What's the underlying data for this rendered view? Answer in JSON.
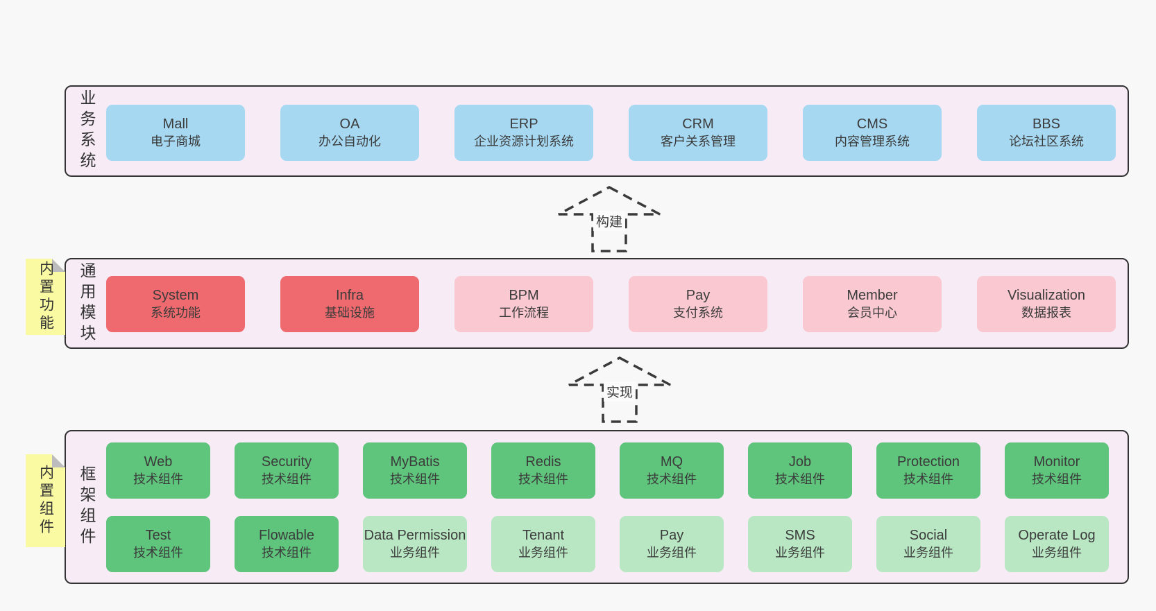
{
  "colors": {
    "page_background": "#f8f8f8",
    "band_background": "#f7ecf6",
    "band_border": "#333333",
    "box_blue": "#a6d8f2",
    "box_red": "#ee6a6e",
    "box_pink": "#f9c8d0",
    "box_green_dark": "#5fc47c",
    "box_green_light": "#b9e7c3",
    "sticky_yellow": "#fafaa3",
    "sticky_fold_gray": "#bcbcbe",
    "text": "#3b3b3b"
  },
  "arrows": [
    {
      "label": "构建"
    },
    {
      "label": "实现"
    }
  ],
  "bands": [
    {
      "label": "业务系统",
      "boxes": [
        {
          "en": "Mall",
          "zh": "电子商城"
        },
        {
          "en": "OA",
          "zh": "办公自动化"
        },
        {
          "en": "ERP",
          "zh": "企业资源计划系统"
        },
        {
          "en": "CRM",
          "zh": "客户关系管理"
        },
        {
          "en": "CMS",
          "zh": "内容管理系统"
        },
        {
          "en": "BBS",
          "zh": "论坛社区系统"
        }
      ]
    },
    {
      "label": "通用模块",
      "sticky": "内置功能",
      "boxes": [
        {
          "en": "System",
          "zh": "系统功能"
        },
        {
          "en": "Infra",
          "zh": "基础设施"
        },
        {
          "en": "BPM",
          "zh": "工作流程"
        },
        {
          "en": "Pay",
          "zh": "支付系统"
        },
        {
          "en": "Member",
          "zh": "会员中心"
        },
        {
          "en": "Visualization",
          "zh": "数据报表"
        }
      ]
    },
    {
      "label": "框架组件",
      "sticky": "内置组件",
      "row1": [
        {
          "en": "Web",
          "zh": "技术组件"
        },
        {
          "en": "Security",
          "zh": "技术组件"
        },
        {
          "en": "MyBatis",
          "zh": "技术组件"
        },
        {
          "en": "Redis",
          "zh": "技术组件"
        },
        {
          "en": "MQ",
          "zh": "技术组件"
        },
        {
          "en": "Job",
          "zh": "技术组件"
        },
        {
          "en": "Protection",
          "zh": "技术组件"
        },
        {
          "en": "Monitor",
          "zh": "技术组件"
        }
      ],
      "row2": [
        {
          "en": "Test",
          "zh": "技术组件"
        },
        {
          "en": "Flowable",
          "zh": "技术组件"
        },
        {
          "en": "Data Permission",
          "zh": "业务组件"
        },
        {
          "en": "Tenant",
          "zh": "业务组件"
        },
        {
          "en": "Pay",
          "zh": "业务组件"
        },
        {
          "en": "SMS",
          "zh": "业务组件"
        },
        {
          "en": "Social",
          "zh": "业务组件"
        },
        {
          "en": "Operate Log",
          "zh": "业务组件"
        }
      ]
    }
  ]
}
